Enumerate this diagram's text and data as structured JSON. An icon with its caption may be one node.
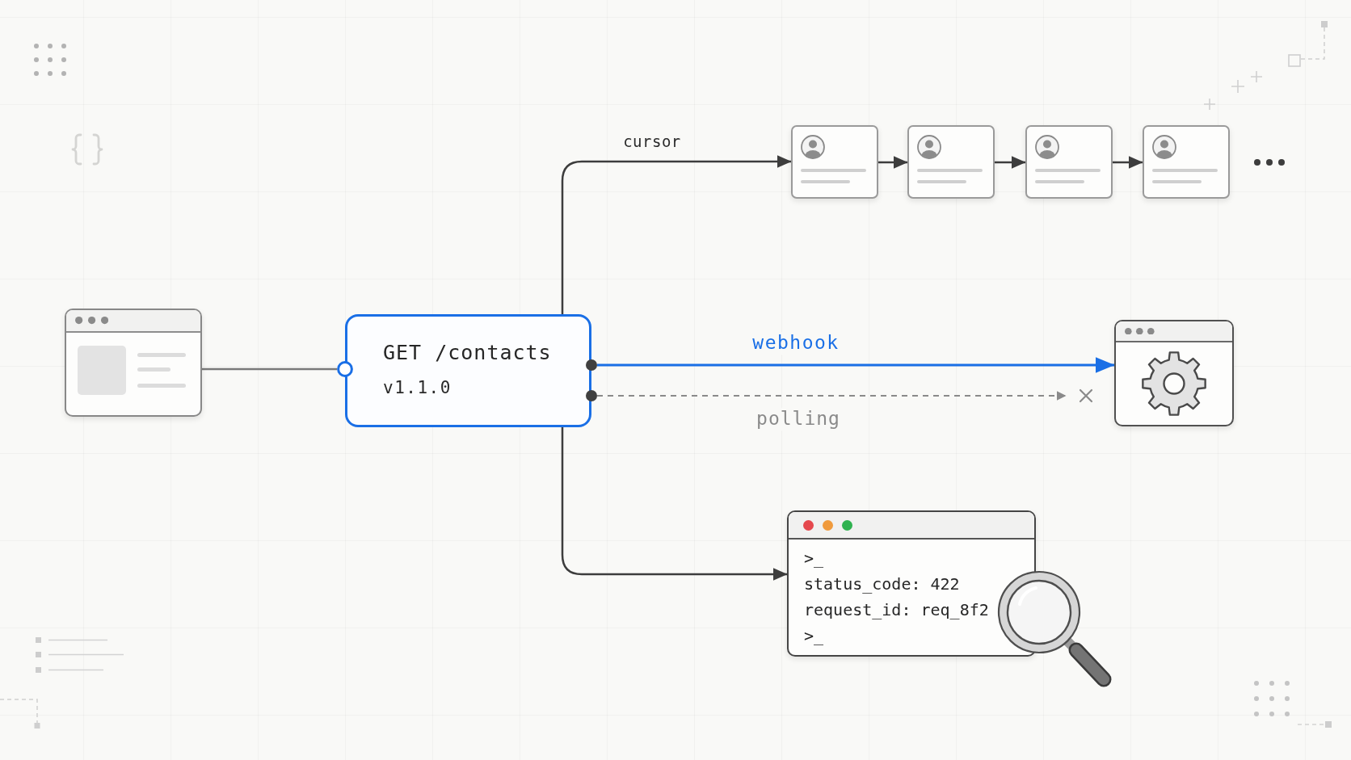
{
  "diagram": {
    "nodes": [
      {
        "text": [],
        "shape": "window"
      },
      {
        "text": [
          "GET /contacts",
          "v1.1.0"
        ]
      },
      {
        "text": [],
        "shape": "card"
      },
      {
        "text": [],
        "shape": "card"
      },
      {
        "text": [],
        "shape": "card"
      },
      {
        "text": [],
        "shape": "card"
      },
      {
        "text": [],
        "shape": "window"
      },
      {
        "text": [
          ">_",
          "status_code: 422",
          "request_id: req_8f2",
          ">_"
        ]
      }
    ],
    "edges": [
      {
        "from": 0,
        "to": 1,
        "arrow": "none",
        "color": "#7a7a7a"
      },
      {
        "from": 1,
        "to": 2,
        "arrow": "to",
        "label": "cursor"
      },
      {
        "from": 2,
        "to": 3,
        "arrow": "to"
      },
      {
        "from": 3,
        "to": 4,
        "arrow": "to"
      },
      {
        "from": 4,
        "to": 5,
        "arrow": "to"
      },
      {
        "from": 1,
        "to": 6,
        "arrow": "to",
        "label": "webhook",
        "color": "#1a6fe6"
      },
      {
        "from": 1,
        "to": null,
        "arrow": "to",
        "label": "polling",
        "style": "dashed",
        "color": "#8a8a8a"
      },
      {
        "from": 1,
        "to": 7,
        "arrow": "to"
      }
    ]
  }
}
